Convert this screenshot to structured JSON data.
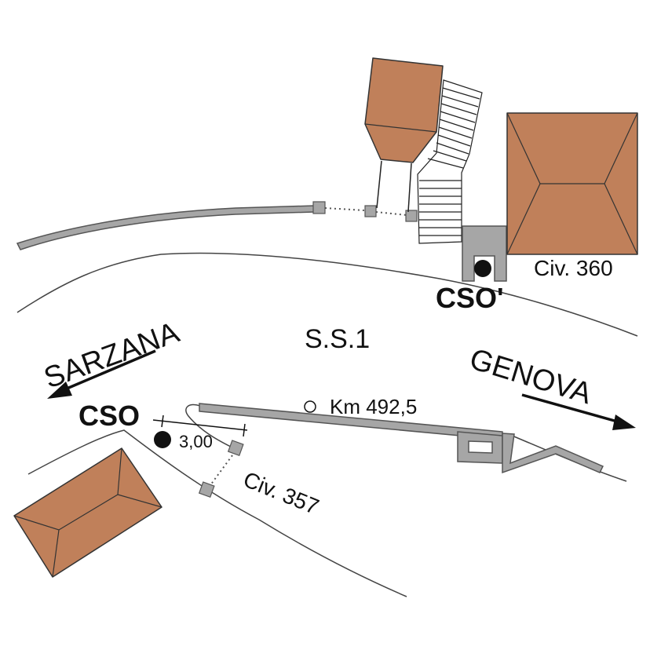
{
  "map": {
    "road_name": "S.S.1",
    "direction_west": "SARZANA",
    "direction_east": "GENOVA",
    "point_main": "CSO",
    "point_secondary": "CSO'",
    "distance_label": "3,00",
    "kilometer_label": "Km 492,5",
    "civic_north": "Civ. 360",
    "civic_south": "Civ. 357"
  },
  "colors": {
    "roof": "#c0805a",
    "wall": "#a6a6a6",
    "marker": "#111111"
  },
  "icons": [
    "arrow-left-icon",
    "arrow-right-icon",
    "survey-point-icon",
    "kilometer-marker-icon"
  ]
}
